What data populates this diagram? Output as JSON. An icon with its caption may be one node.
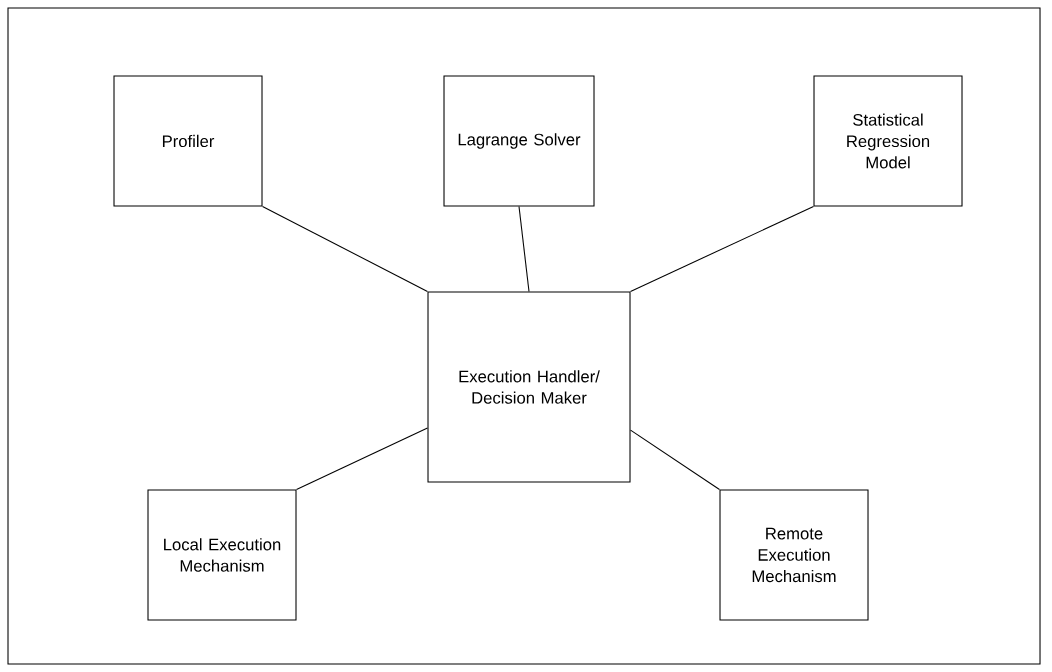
{
  "diagram": {
    "nodes": [
      {
        "text": [
          "Profiler"
        ]
      },
      {
        "text": [
          "Lagrange Solver"
        ]
      },
      {
        "text": [
          "Statistical Regression Model"
        ]
      },
      {
        "text": [
          "Execution Handler/ Decision Maker"
        ]
      },
      {
        "text": [
          "Local Execution Mechanism"
        ]
      },
      {
        "text": [
          "Remote Execution Mechanism"
        ]
      }
    ],
    "edges": [
      {
        "from": 0,
        "to": 3,
        "arrow": "none"
      },
      {
        "from": 1,
        "to": 3,
        "arrow": "none"
      },
      {
        "from": 2,
        "to": 3,
        "arrow": "none"
      },
      {
        "from": 3,
        "to": 4,
        "arrow": "none"
      },
      {
        "from": 3,
        "to": 5,
        "arrow": "none"
      }
    ]
  }
}
